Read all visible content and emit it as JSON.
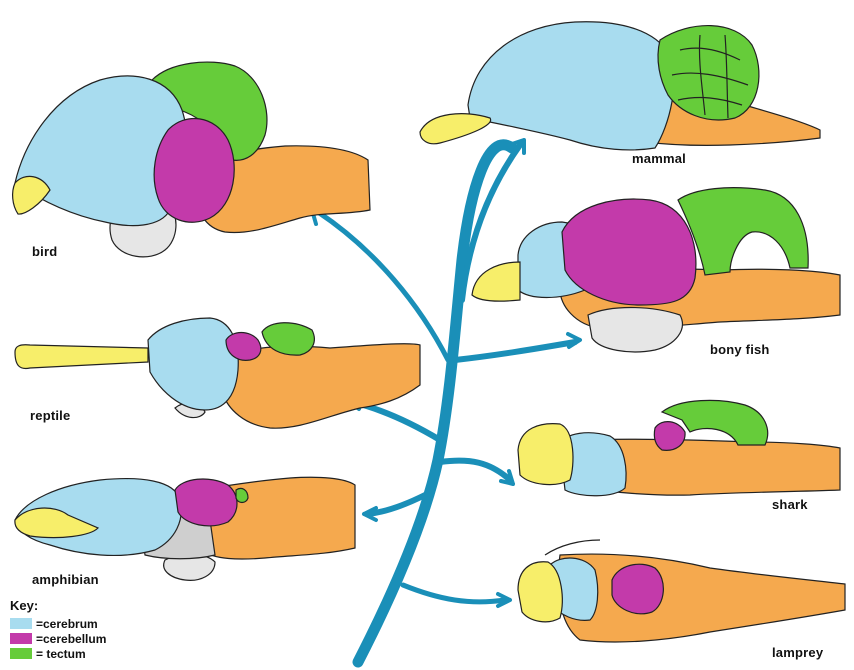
{
  "labels": {
    "bird": "bird",
    "reptile": "reptile",
    "amphibian": "amphibian",
    "mammal": "mammal",
    "bony_fish": "bony fish",
    "shark": "shark",
    "lamprey": "lamprey"
  },
  "key": {
    "title": "Key:",
    "items": [
      {
        "label": "=cerebrum",
        "color": "#a8dcef"
      },
      {
        "label": "=cerebellum",
        "color": "#c33aaa"
      },
      {
        "label": "= tectum",
        "color": "#66cc3a"
      }
    ]
  },
  "colors": {
    "cerebrum": "#a8dcef",
    "cerebellum": "#c33aaa",
    "tectum": "#66cc3a",
    "olfactory": "#f7ee6a",
    "brainstem": "#f5a94e",
    "pituitary": "#e4e4e4",
    "tree": "#1a8fb8"
  }
}
